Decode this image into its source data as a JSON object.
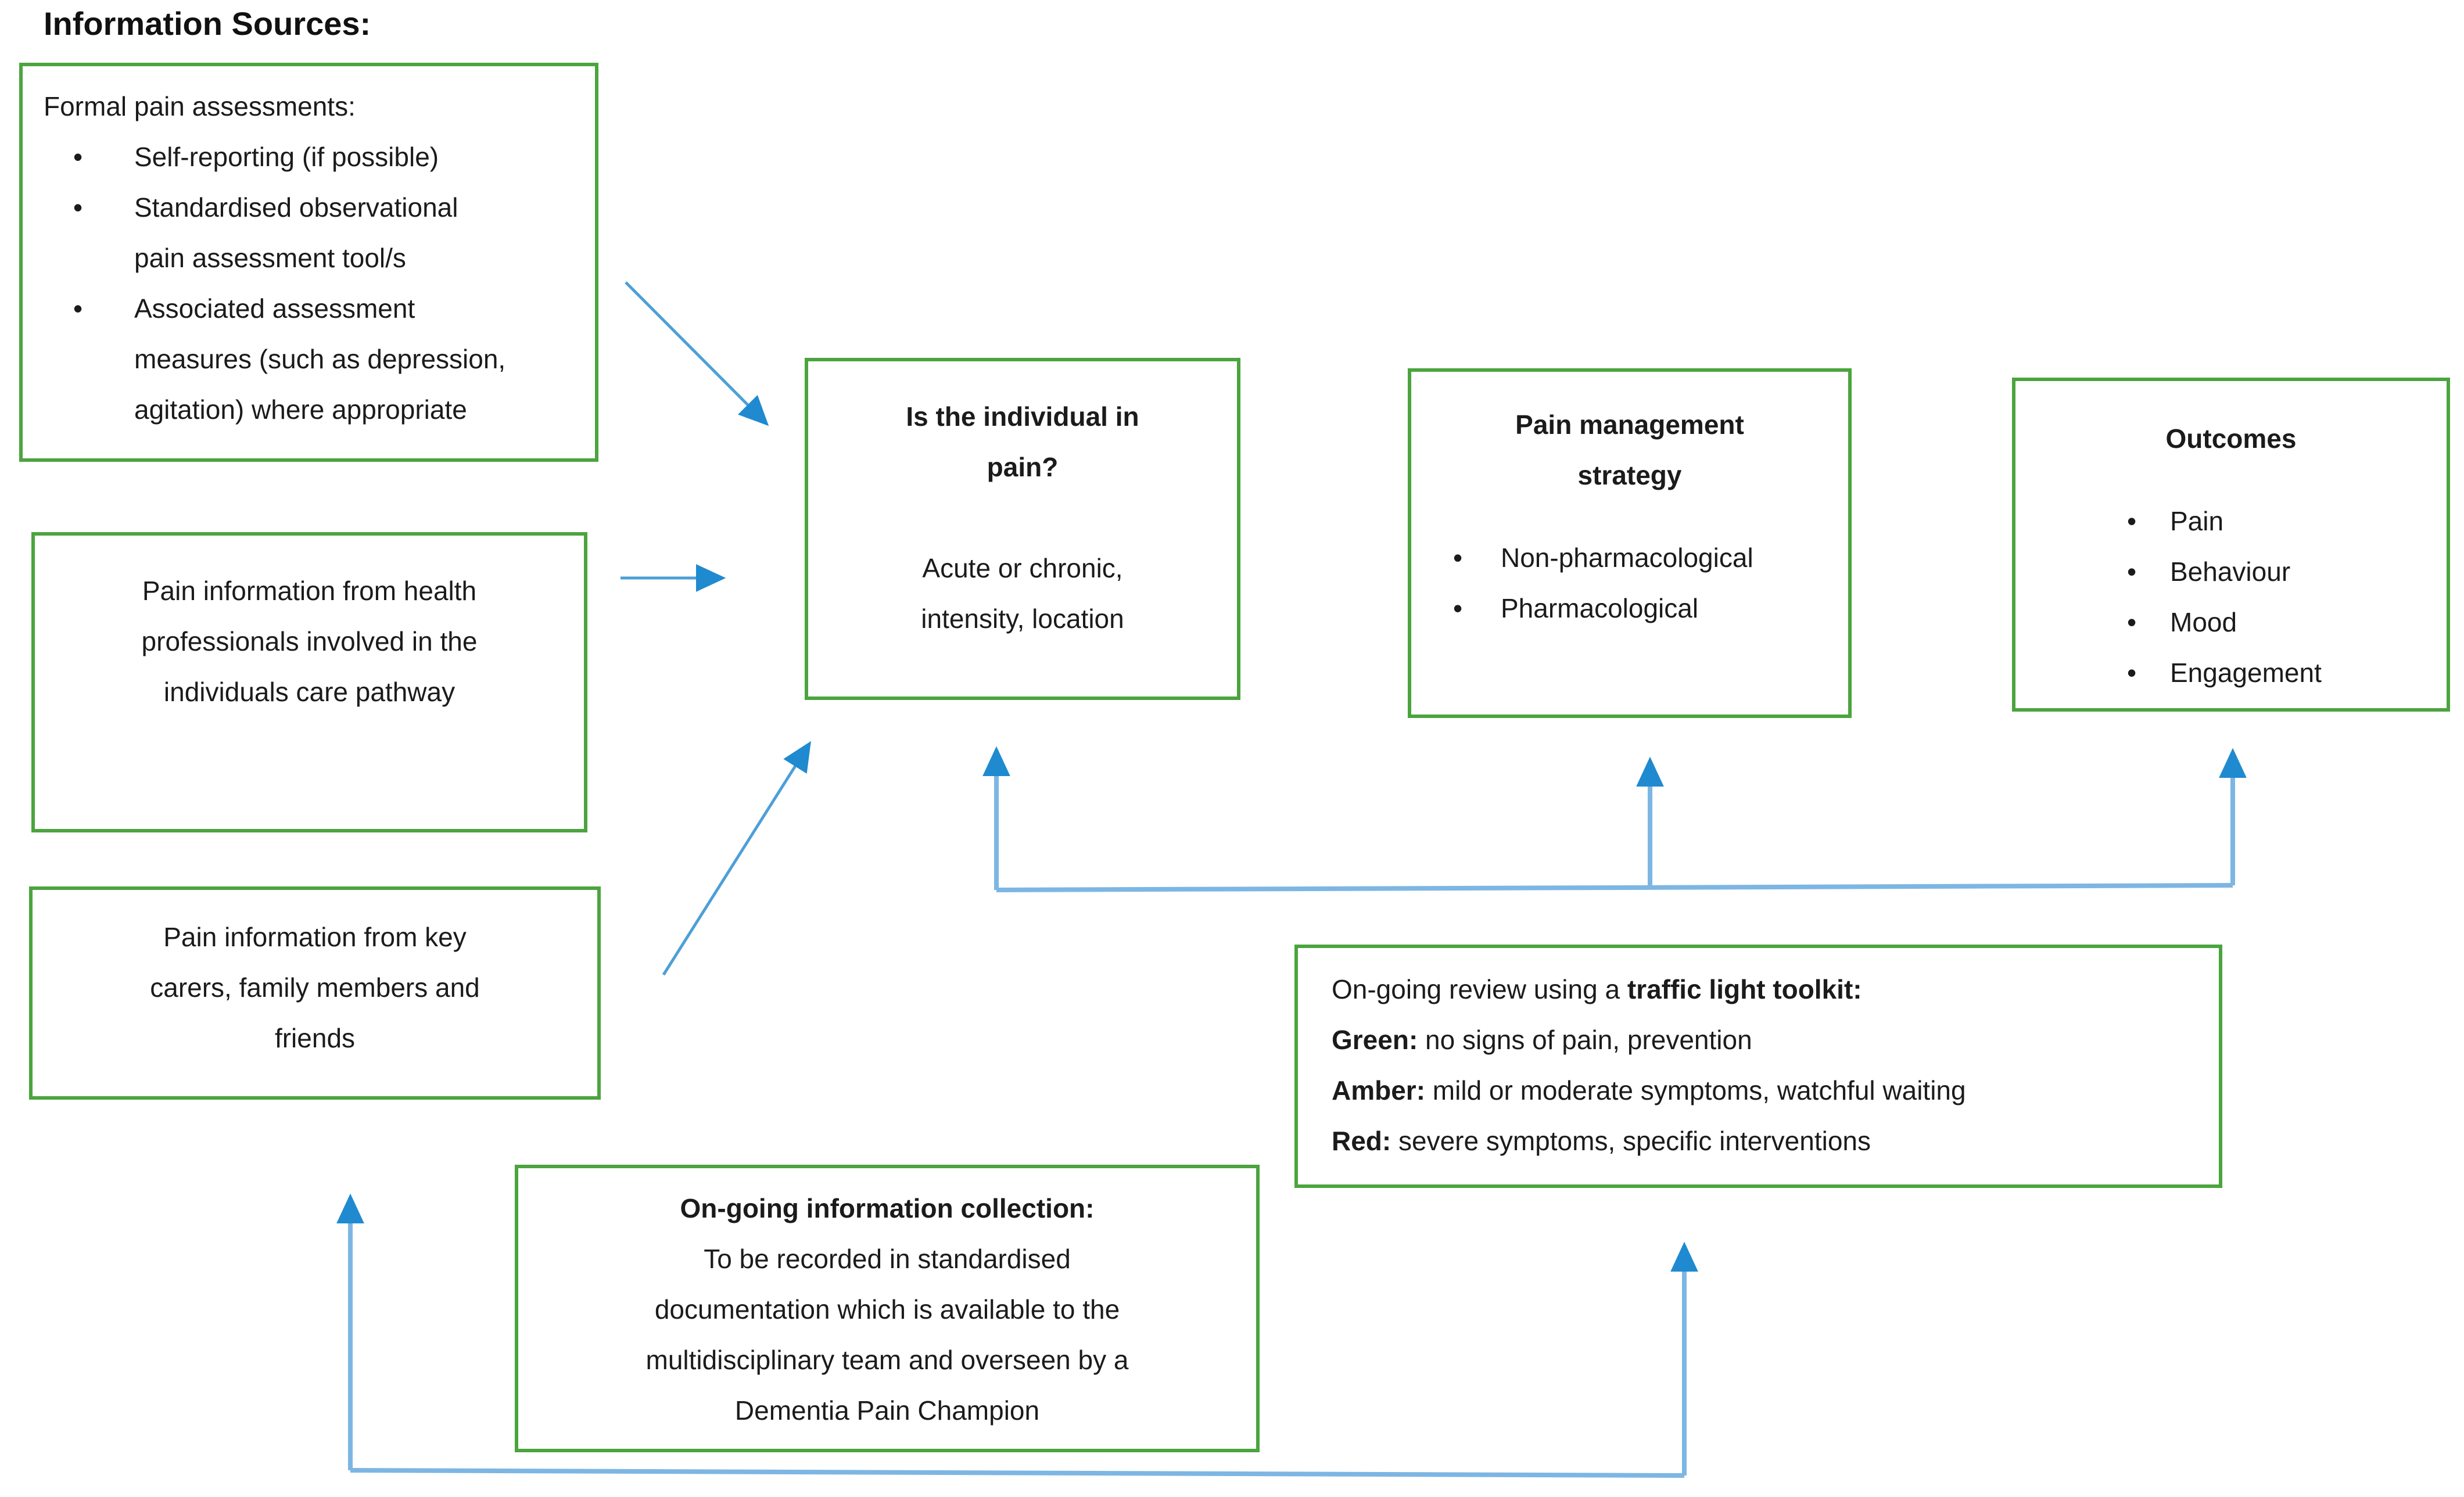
{
  "colors": {
    "box_border_green": "#4ba43e",
    "arrow_line_blue": "#7db6e3",
    "arrow_head_blue": "#1f8ad0",
    "text": "#1b1b1b"
  },
  "header": {
    "title": "Information Sources:"
  },
  "formal_box": {
    "heading": "Formal pain assessments:",
    "bullets": [
      [
        "Self-reporting (if possible)"
      ],
      [
        "Standardised observational",
        "pain assessment tool/s"
      ],
      [
        "Associated assessment",
        "measures (such as depression,",
        "agitation) where appropriate"
      ]
    ]
  },
  "health_box": {
    "lines": [
      "Pain information from health",
      "professionals involved in the",
      "individuals care pathway"
    ]
  },
  "carers_box": {
    "lines": [
      "Pain information from key",
      "carers, family members and",
      "friends"
    ]
  },
  "pain_box": {
    "title_lines": [
      "Is the individual in",
      "pain?"
    ],
    "sub_lines": [
      "Acute or chronic,",
      "intensity, location"
    ]
  },
  "strategy_box": {
    "title_lines": [
      "Pain management",
      "strategy"
    ],
    "bullets": [
      "Non-pharmacological",
      "Pharmacological"
    ]
  },
  "outcomes_box": {
    "title": "Outcomes",
    "bullets": [
      "Pain",
      "Behaviour",
      "Mood",
      "Engagement"
    ]
  },
  "review_box": {
    "line1": {
      "pre": "On-going review using a ",
      "bold": "traffic light toolkit:"
    },
    "line2": {
      "bold": "Green:",
      "text": " no signs of pain, prevention"
    },
    "line3": {
      "bold": "Amber:",
      "text": " mild or moderate symptoms, watchful waiting"
    },
    "line4": {
      "bold": "Red:",
      "text": " severe symptoms, specific interventions"
    }
  },
  "collection_box": {
    "title": "On-going information collection:",
    "lines": [
      "To be recorded in standardised",
      "documentation which is available to the",
      "multidisciplinary team and overseen by a",
      "Dementia Pain Champion"
    ]
  },
  "bullet_glyph": "•"
}
